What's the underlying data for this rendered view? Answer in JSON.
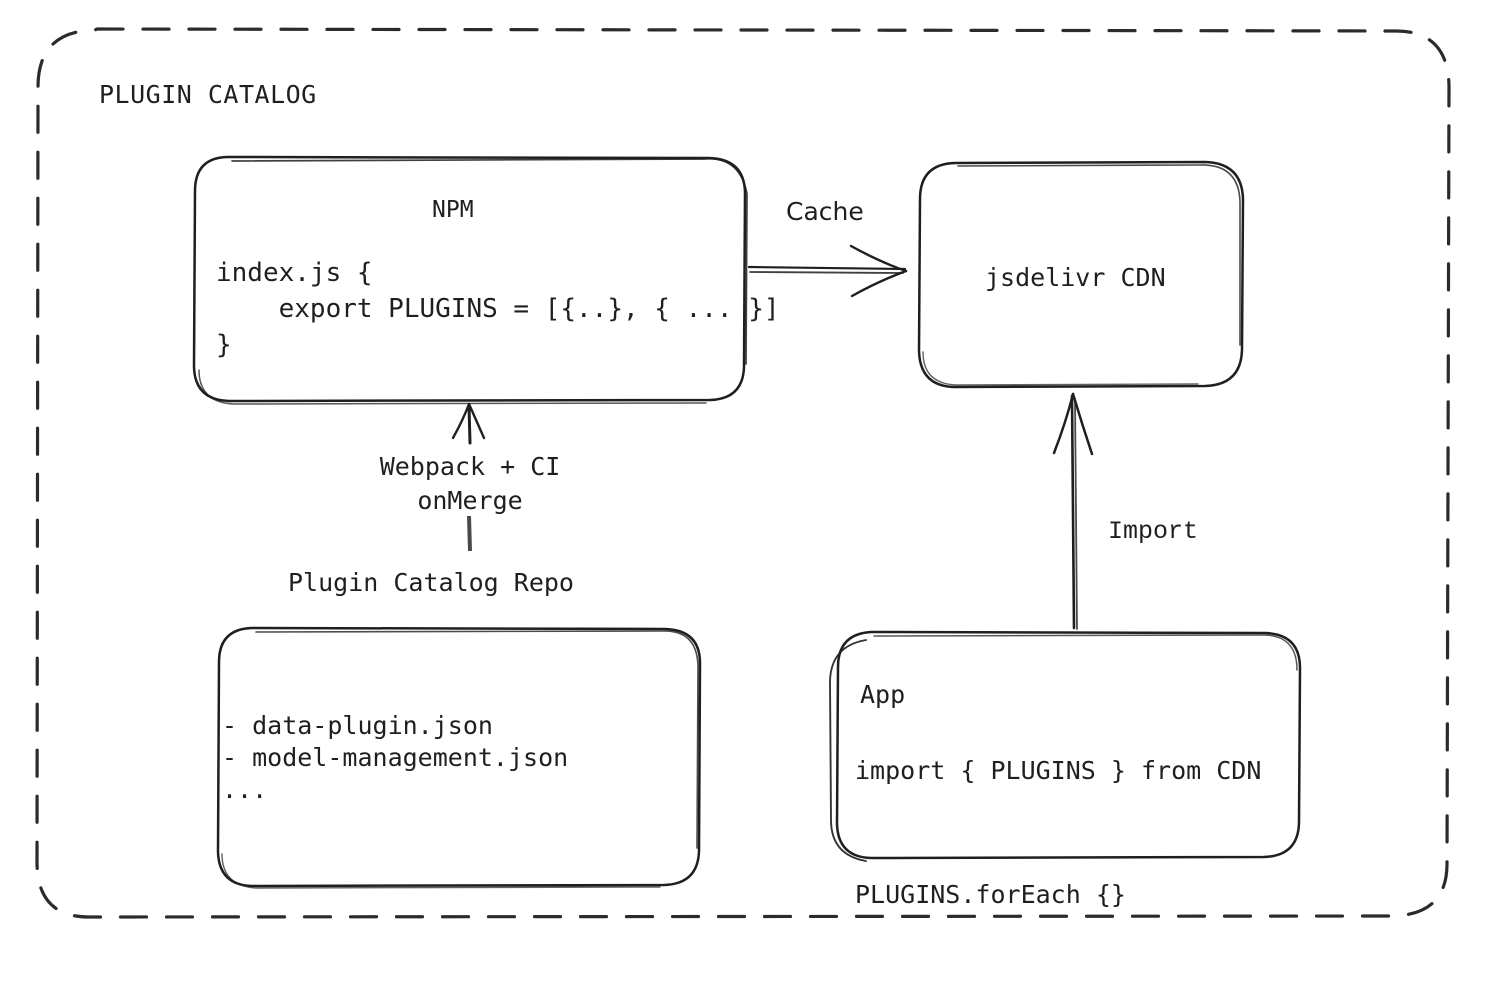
{
  "group": {
    "title": "PLUGIN CATALOG",
    "border_style": "dashed",
    "border_color": "#2b2b2b"
  },
  "nodes": {
    "npm": {
      "title": "NPM",
      "code": "index.js {\n    export PLUGINS = [{..}, { ... }]\n}"
    },
    "cdn": {
      "title": "jsdelivr CDN"
    },
    "repo": {
      "caption": "Plugin Catalog Repo",
      "files": "- data-plugin.json\n- model-management.json\n..."
    },
    "app": {
      "title": "App",
      "code": "import { PLUGINS } from CDN\n\nPLUGINS.forEach {}"
    }
  },
  "edges": {
    "cache": {
      "label": "Cache",
      "from": "npm",
      "to": "cdn",
      "direction": "right"
    },
    "build": {
      "label": "Webpack + CI\nonMerge",
      "from": "repo",
      "to": "npm",
      "direction": "up"
    },
    "import": {
      "label": "Import",
      "from": "app",
      "to": "cdn",
      "direction": "up"
    }
  },
  "style": {
    "stroke": "#1f1f1f",
    "background": "#ffffff"
  }
}
